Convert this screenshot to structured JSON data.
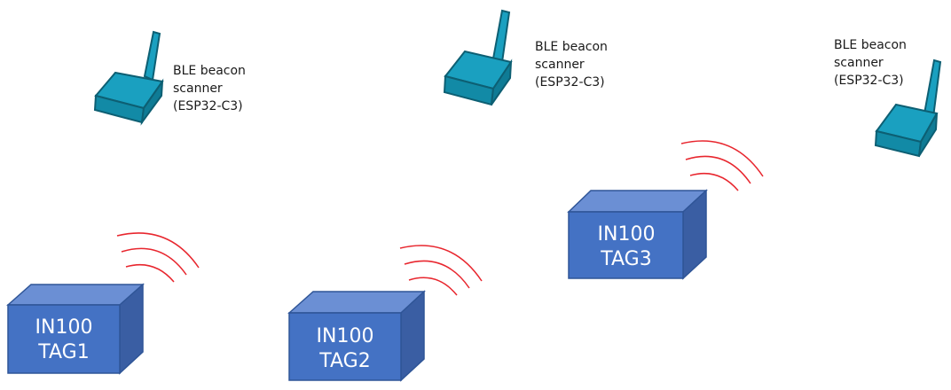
{
  "scanners": [
    {
      "id": "scanner-1",
      "label_lines": [
        "BLE beacon",
        "scanner",
        "(ESP32-C3)"
      ]
    },
    {
      "id": "scanner-2",
      "label_lines": [
        "BLE beacon",
        "scanner",
        "(ESP32-C3)"
      ]
    },
    {
      "id": "scanner-3",
      "label_lines": [
        "BLE beacon",
        "scanner",
        "(ESP32-C3)"
      ]
    }
  ],
  "tags": [
    {
      "id": "tag-1",
      "line1": "IN100",
      "line2": "TAG1"
    },
    {
      "id": "tag-2",
      "line1": "IN100",
      "line2": "TAG2"
    },
    {
      "id": "tag-3",
      "line1": "IN100",
      "line2": "TAG3"
    }
  ],
  "colors": {
    "tag_front": "#4472c4",
    "tag_top": "#6b8fd4",
    "tag_side": "#2f5597",
    "tag_edge": "#1f3864",
    "scanner_body": "#1aa0c0",
    "scanner_dark": "#0d5f73",
    "signal_wave": "#e8262e"
  }
}
